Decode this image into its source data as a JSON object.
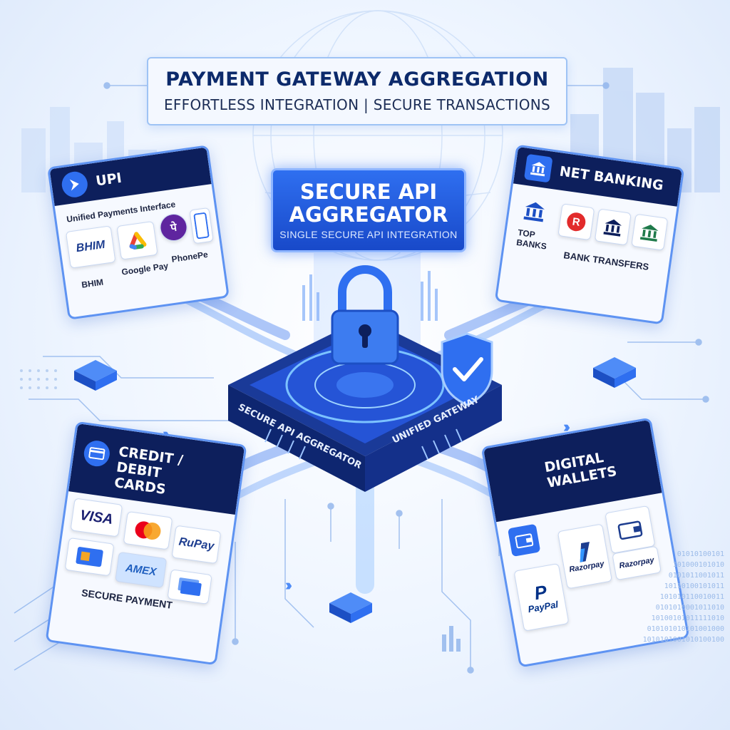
{
  "title": {
    "main": "PAYMENT GATEWAY AGGREGATION",
    "subtitle": "EFFORTLESS INTEGRATION | SECURE TRANSACTIONS"
  },
  "api_box": {
    "line1": "SECURE API",
    "line2": "AGGREGATOR",
    "caption": "SINGLE SECURE API INTEGRATION"
  },
  "platform": {
    "left_label": "SECURE API AGGREGATOR",
    "right_label": "UNIFIED GATEWAY"
  },
  "upi": {
    "title": "UPI",
    "subtitle": "Unified Payments Interface",
    "apps": [
      {
        "name": "BHIM",
        "logo_text": "BHIM"
      },
      {
        "name": "Google Pay"
      },
      {
        "name": "PhonePe",
        "logo_text": "पे"
      }
    ]
  },
  "net_banking": {
    "title": "NET BANKING",
    "top_banks": "TOP BANKS",
    "bank_transfers": "BANK TRANSFERS"
  },
  "cards": {
    "title": "CREDIT / DEBIT CARDS",
    "logos": [
      "VISA",
      "RuPay",
      "AMEX"
    ],
    "footer": "SECURE PAYMENT"
  },
  "wallets": {
    "title": "DIGITAL WALLETS",
    "logos": [
      "PayPal",
      "Razorpay",
      "Razorpay"
    ]
  },
  "binary": [
    "01010100101",
    "101000101010",
    "0101011001011",
    "10110100101011",
    "101010110010011",
    "0101010001011010",
    "10100101011111010",
    "010101010101001000",
    "1010101001010100100"
  ],
  "colors": {
    "navy": "#0d1f5c",
    "accent": "#2f6ff0",
    "border": "#5e93f2",
    "mastercard_red": "#eb001b",
    "mastercard_orange": "#f79e1b",
    "phonepe_purple": "#5f259f"
  }
}
